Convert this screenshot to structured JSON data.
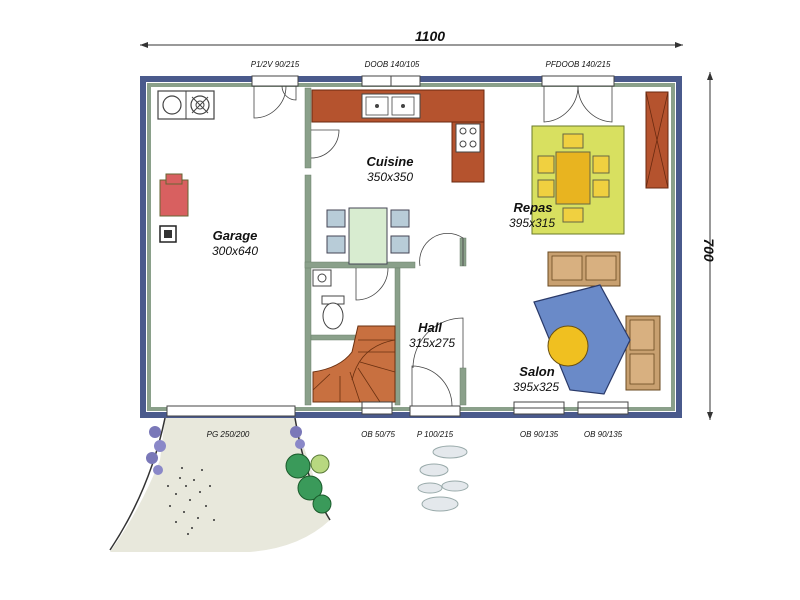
{
  "dimensions": {
    "width": "1100",
    "height": "700"
  },
  "rooms": {
    "garage": {
      "name": "Garage",
      "size": "300x640"
    },
    "cuisine": {
      "name": "Cuisine",
      "size": "350x350"
    },
    "repas": {
      "name": "Repas",
      "size": "395x315"
    },
    "hall": {
      "name": "Hall",
      "size": "315x275"
    },
    "salon": {
      "name": "Salon",
      "size": "395x325"
    }
  },
  "openings": {
    "garage_door": "P1/2V 90/215",
    "kitchen_window": "DOOB 140/105",
    "dining_door": "PFDOOB 140/215",
    "garage_gate": "PG 250/200",
    "bath_window": "OB 50/75",
    "entry_door": "P 100/215",
    "salon_window_1": "OB 90/135",
    "salon_window_2": "OB 90/135"
  },
  "colors": {
    "outer_wall": "#4a5a8c",
    "inner_wall": "#8aa08a",
    "counter": "#b5532e",
    "table_wood": "#e8b420",
    "rug": "#d8e060",
    "sofa": "#c8a070",
    "salon_rug": "#6a8ac8",
    "coffee_table": "#f0c020",
    "stairs": "#c87040",
    "armchair": "#d86060",
    "garden": "#e8e8dc"
  }
}
